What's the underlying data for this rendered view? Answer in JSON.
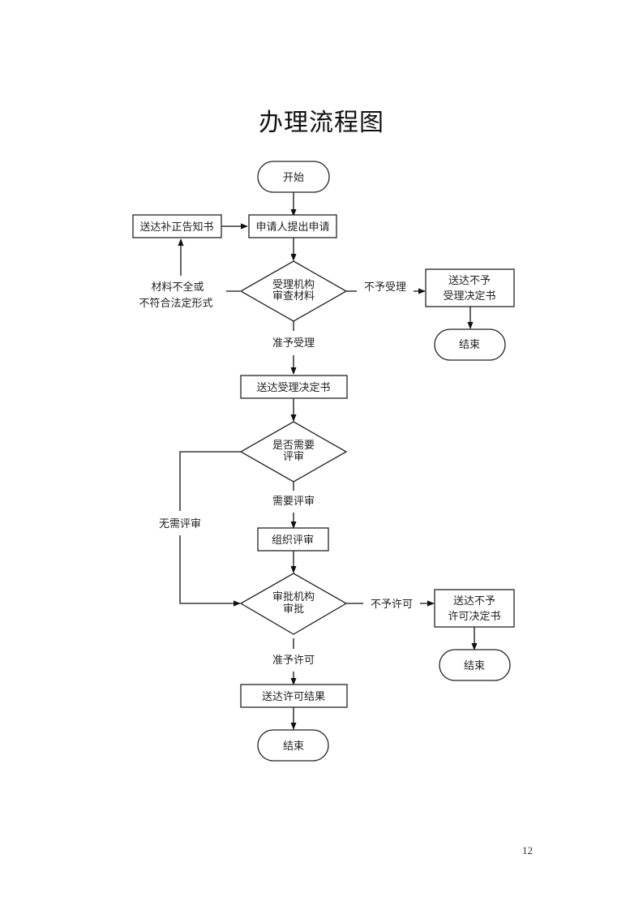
{
  "title": "办理流程图",
  "page_number": "12",
  "nodes": {
    "start": {
      "type": "terminal",
      "lines": [
        "开始"
      ]
    },
    "apply": {
      "type": "process",
      "lines": [
        "申请人提出申请"
      ]
    },
    "correction_notice": {
      "type": "process",
      "lines": [
        "送达补正告知书"
      ]
    },
    "review_materials": {
      "type": "decision",
      "lines": [
        "受理机构",
        "审查材料"
      ]
    },
    "reject_accept_doc": {
      "type": "process",
      "lines": [
        "送达不予",
        "受理决定书"
      ]
    },
    "end_1": {
      "type": "terminal",
      "lines": [
        "结束"
      ]
    },
    "accept_doc": {
      "type": "process",
      "lines": [
        "送达受理决定书"
      ]
    },
    "need_review": {
      "type": "decision",
      "lines": [
        "是否需要",
        "评审"
      ]
    },
    "organize_review": {
      "type": "process",
      "lines": [
        "组织评审"
      ]
    },
    "approval": {
      "type": "decision",
      "lines": [
        "审批机构",
        "审批"
      ]
    },
    "reject_permit_doc": {
      "type": "process",
      "lines": [
        "送达不予",
        "许可决定书"
      ]
    },
    "end_2": {
      "type": "terminal",
      "lines": [
        "结束"
      ]
    },
    "permit_result": {
      "type": "process",
      "lines": [
        "送达许可结果"
      ]
    },
    "end_3": {
      "type": "terminal",
      "lines": [
        "结束"
      ]
    }
  },
  "edges": [
    {
      "from": "start",
      "to": "apply",
      "label": ""
    },
    {
      "from": "correction_notice",
      "to": "apply",
      "label": ""
    },
    {
      "from": "apply",
      "to": "review_materials",
      "label": ""
    },
    {
      "from": "review_materials",
      "to": "correction_notice",
      "label": "材料不全或\n不符合法定形式"
    },
    {
      "from": "review_materials",
      "to": "reject_accept_doc",
      "label": "不予受理"
    },
    {
      "from": "reject_accept_doc",
      "to": "end_1",
      "label": ""
    },
    {
      "from": "review_materials",
      "to": "accept_doc",
      "label": "准予受理"
    },
    {
      "from": "accept_doc",
      "to": "need_review",
      "label": ""
    },
    {
      "from": "need_review",
      "to": "organize_review",
      "label": "需要评审"
    },
    {
      "from": "need_review",
      "to": "approval",
      "label": "无需评审"
    },
    {
      "from": "organize_review",
      "to": "approval",
      "label": ""
    },
    {
      "from": "approval",
      "to": "reject_permit_doc",
      "label": "不予许可"
    },
    {
      "from": "reject_permit_doc",
      "to": "end_2",
      "label": ""
    },
    {
      "from": "approval",
      "to": "permit_result",
      "label": "准予许可"
    },
    {
      "from": "permit_result",
      "to": "end_3",
      "label": ""
    }
  ],
  "labels": {
    "incomplete_1": "材料不全或",
    "incomplete_2": "不符合法定形式",
    "not_accepted": "不予受理",
    "accepted": "准予受理",
    "review_needed": "需要评审",
    "no_review": "无需评审",
    "not_permitted": "不予许可",
    "permitted": "准予许可"
  }
}
